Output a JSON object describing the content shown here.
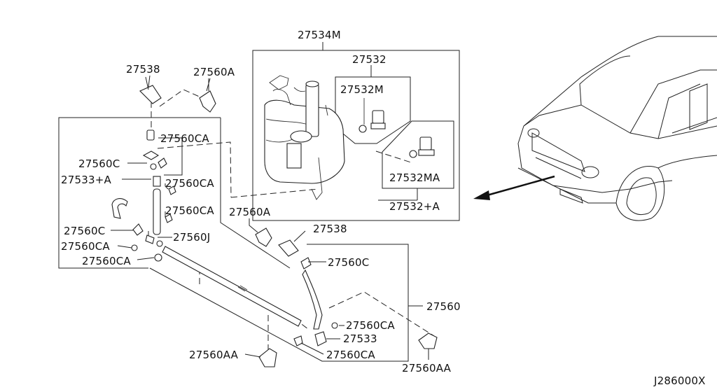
{
  "parts": {
    "p27534M": "27534M",
    "p27532": "27532",
    "p27532M": "27532M",
    "p27532MA": "27532MA",
    "p27532A": "27532+A",
    "p27538_top": "27538",
    "p27560A_top": "27560A",
    "p27560CA_1": "27560CA",
    "p27560C_1": "27560C",
    "p27533A": "27533+A",
    "p27560CA_2": "27560CA",
    "p27560CA_3": "27560CA",
    "p27560A_mid": "27560A",
    "p27538_mid": "27538",
    "p27560C_2": "27560C",
    "p27560J": "27560J",
    "p27560CA_4": "27560CA",
    "p27560CA_5": "27560CA",
    "p27560C_3": "27560C",
    "p27560": "27560",
    "p27560CA_6": "27560CA",
    "p27533": "27533",
    "p27560CA_7": "27560CA",
    "p27560AA_1": "27560AA",
    "p27560AA_2": "27560AA"
  },
  "diagram_code": "J286000X"
}
